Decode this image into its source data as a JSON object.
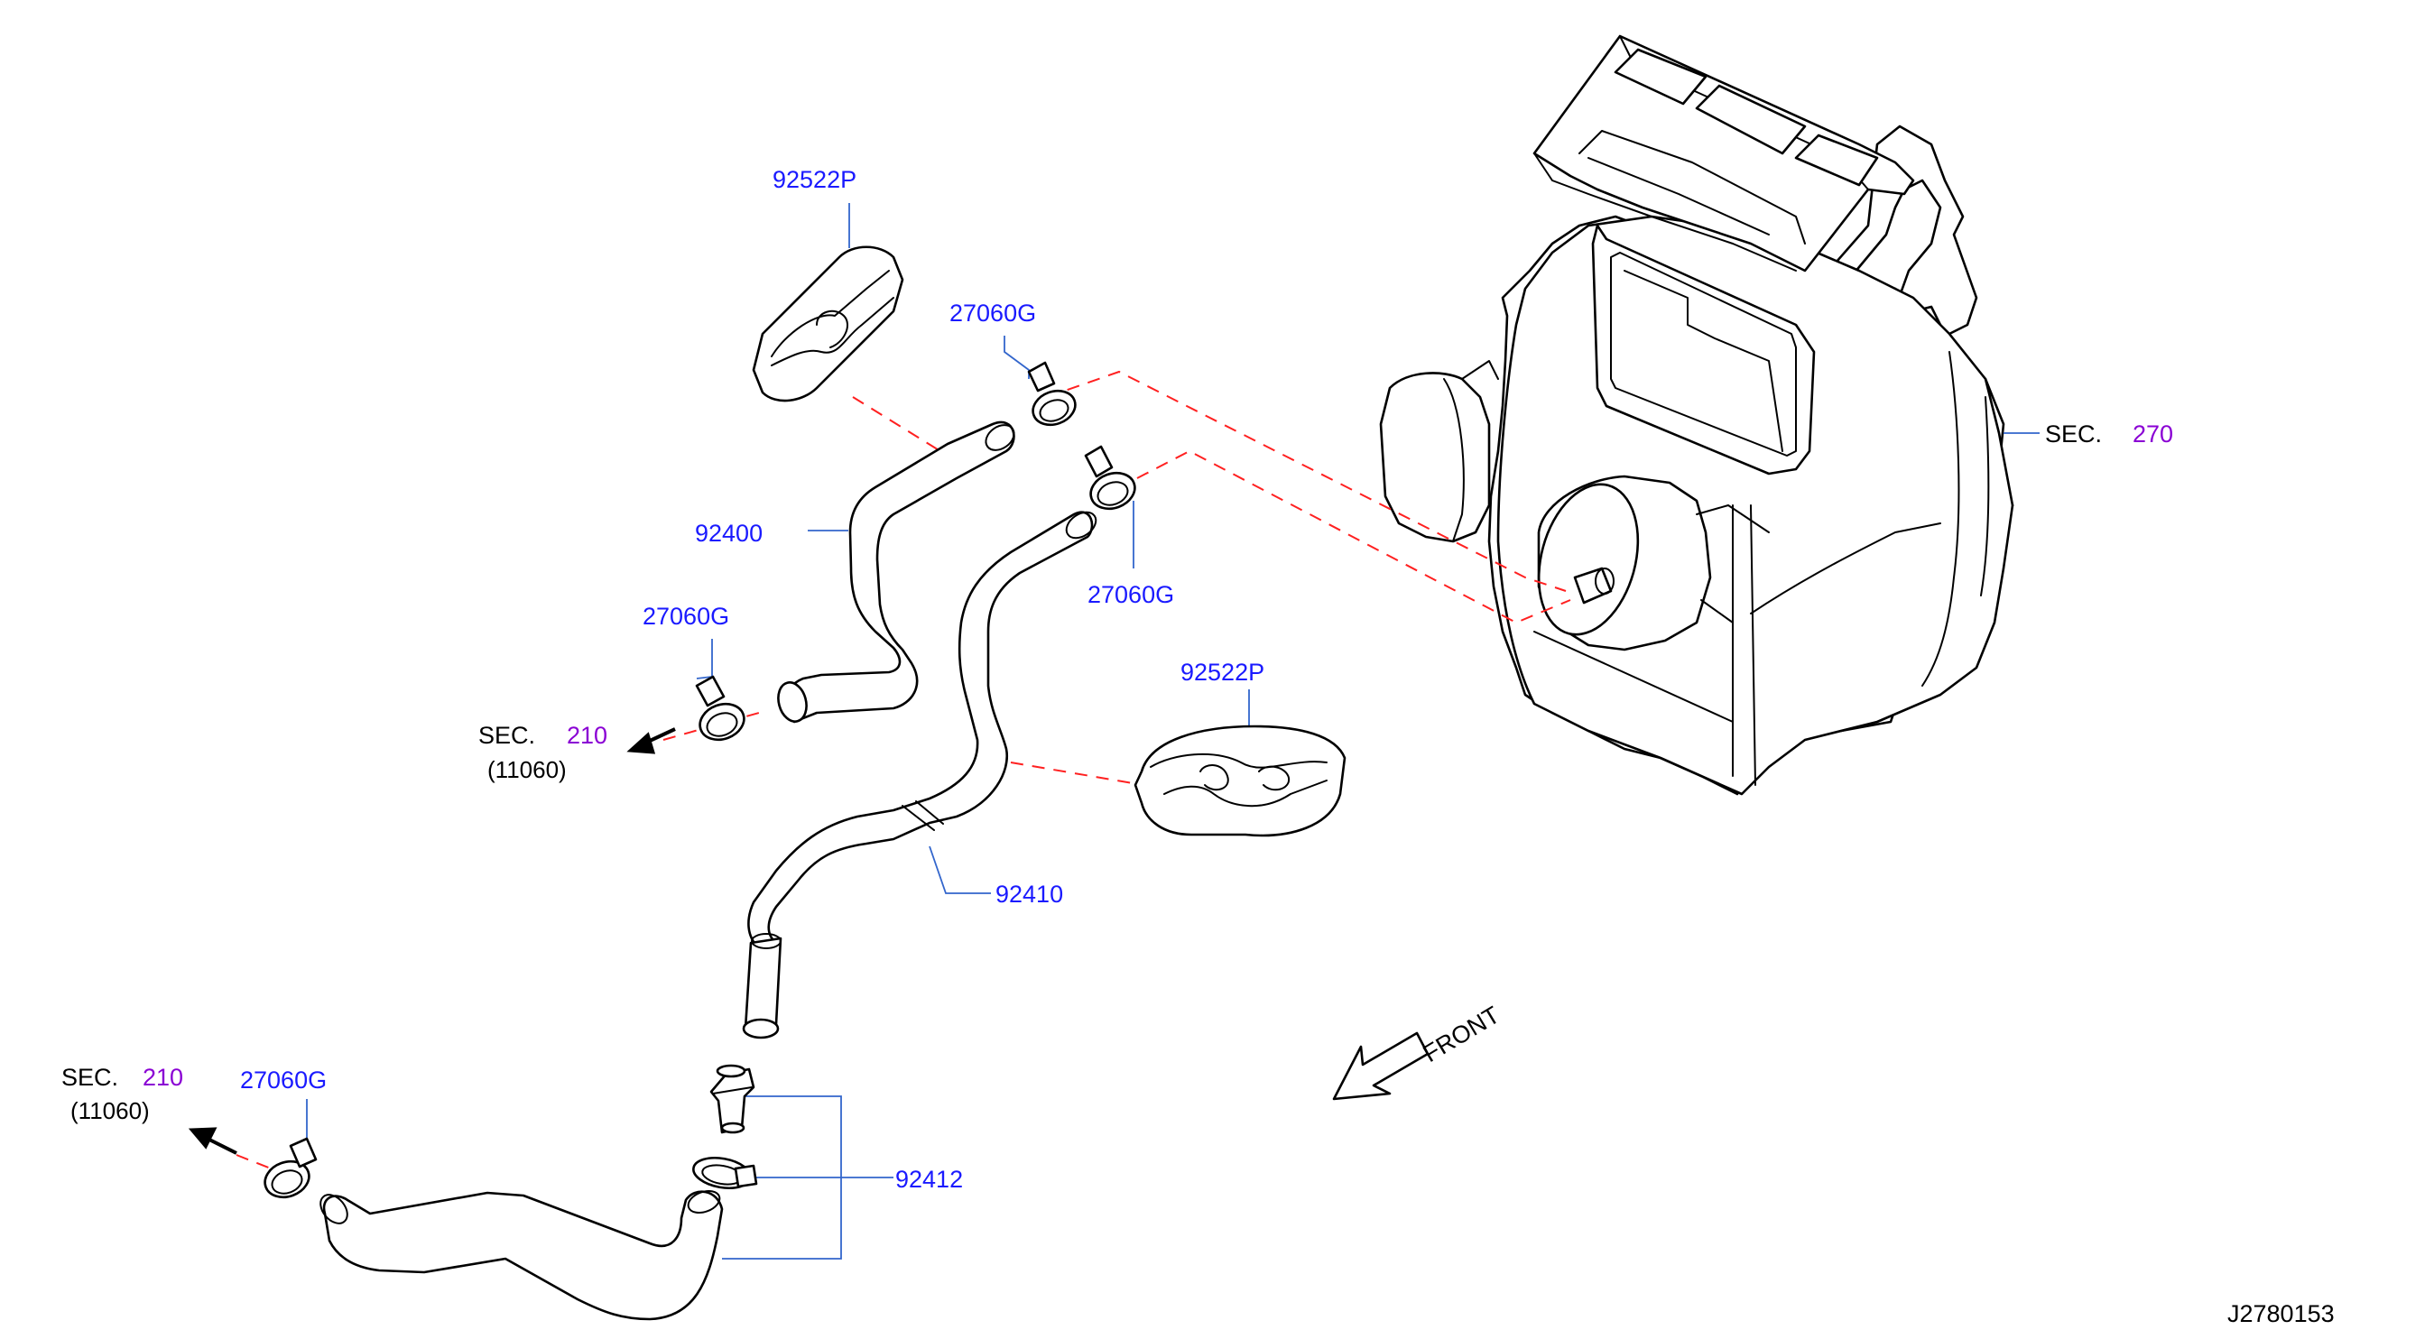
{
  "colors": {
    "part_number": "#1a1aff",
    "section_number": "#8a00d4",
    "text": "#000000",
    "leader_line": "#3366cc",
    "dashed_line": "#ff2020"
  },
  "labels": {
    "clip_upper": "92522P",
    "clamp_upper_a": "27060G",
    "clamp_upper_b": "27060G",
    "hose_upper": "92400",
    "clamp_left_mid": "27060G",
    "clip_lower": "92522P",
    "hose_lower": "92410",
    "connector": "92412",
    "clamp_bottom": "27060G"
  },
  "sections": {
    "heater_unit": {
      "prefix": "SEC.",
      "number": "270"
    },
    "mid_engine": {
      "prefix": "SEC.",
      "number": "210",
      "ref": "(11060)"
    },
    "bottom_engine": {
      "prefix": "SEC.",
      "number": "210",
      "ref": "(11060)"
    }
  },
  "front_label": "FRONT",
  "diagram_id": "J2780153",
  "icons": [
    "front-direction-arrow-icon",
    "engine-direction-arrow-icon"
  ]
}
